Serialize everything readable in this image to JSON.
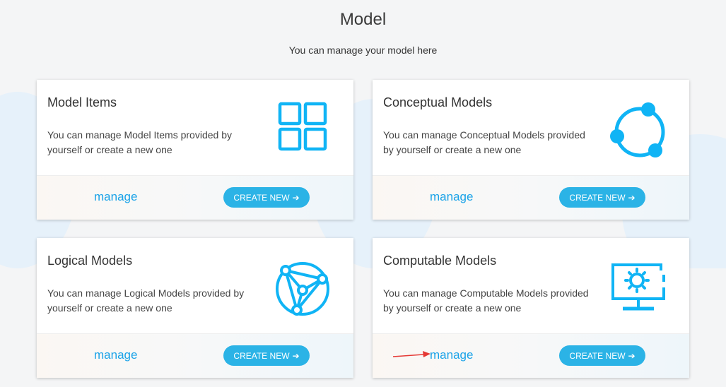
{
  "header": {
    "title": "Model",
    "subtitle": "You can manage your model here"
  },
  "colors": {
    "accent": "#1aa3e8",
    "button": "#2bb3e6",
    "icon": "#10b4f5",
    "annotation_arrow": "#e53935"
  },
  "cards": [
    {
      "title": "Model Items",
      "description": "You can manage Model Items provided by yourself or create a new one",
      "icon": "grid-icon",
      "manage_label": "manage",
      "create_label": "CREATE NEW"
    },
    {
      "title": "Conceptual Models",
      "description": "You can manage Conceptual Models provided by yourself or create a new one",
      "icon": "circle-nodes-icon",
      "manage_label": "manage",
      "create_label": "CREATE NEW"
    },
    {
      "title": "Logical Models",
      "description": "You can manage Logical Models provided by yourself or create a new one",
      "icon": "network-globe-icon",
      "manage_label": "manage",
      "create_label": "CREATE NEW"
    },
    {
      "title": "Computable Models",
      "description": "You can manage Computable Models provided by yourself or create a new one",
      "icon": "monitor-gear-icon",
      "manage_label": "manage",
      "create_label": "CREATE NEW"
    }
  ]
}
